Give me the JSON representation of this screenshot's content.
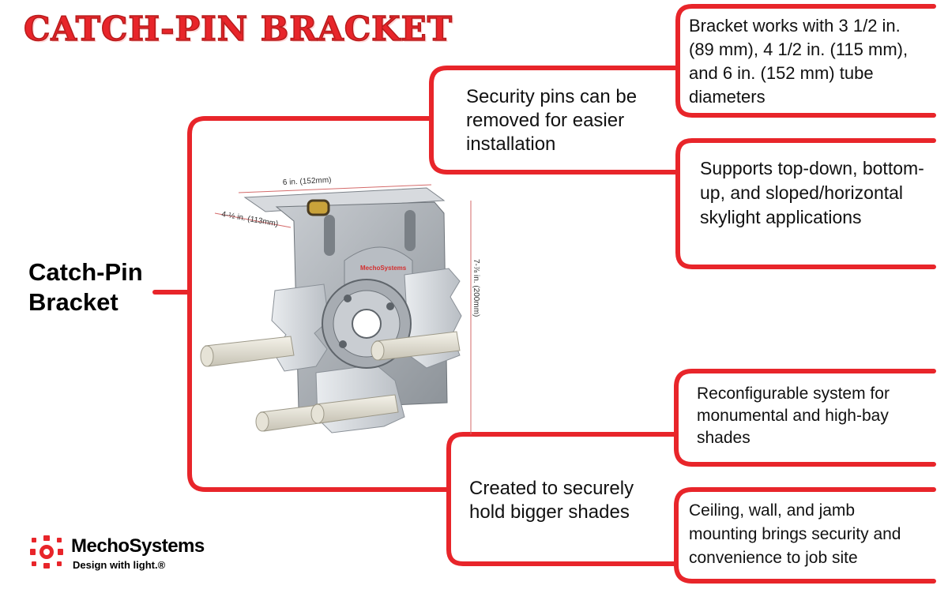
{
  "title": "CATCH-PIN BRACKET",
  "root": "Catch-Pin Bracket",
  "branches": {
    "pins": "Security pins can be removed for easier installation",
    "shades": "Created to securely hold bigger shades"
  },
  "leaves": {
    "tubes": "Bracket works with 3 1/2 in. (89 mm), 4 1/2 in. (115 mm), and 6 in. (152 mm) tube diameters",
    "applications": "Supports top-down, bottom-up, and sloped/horizontal skylight applications",
    "reconfig": "Reconfigurable system for monumental and high-bay shades",
    "mounting": "Ceiling, wall, and jamb mounting brings security and convenience to job site"
  },
  "dimensions": {
    "width": "6 in. (152mm)",
    "depth": "4-½ in. (113mm)",
    "height": "7-⅞ in. (200mm)"
  },
  "bracket_badge": "MechoSystems",
  "logo": {
    "name": "MechoSystems",
    "tagline": "Design with light.®"
  },
  "colors": {
    "accent": "#e8252a"
  }
}
